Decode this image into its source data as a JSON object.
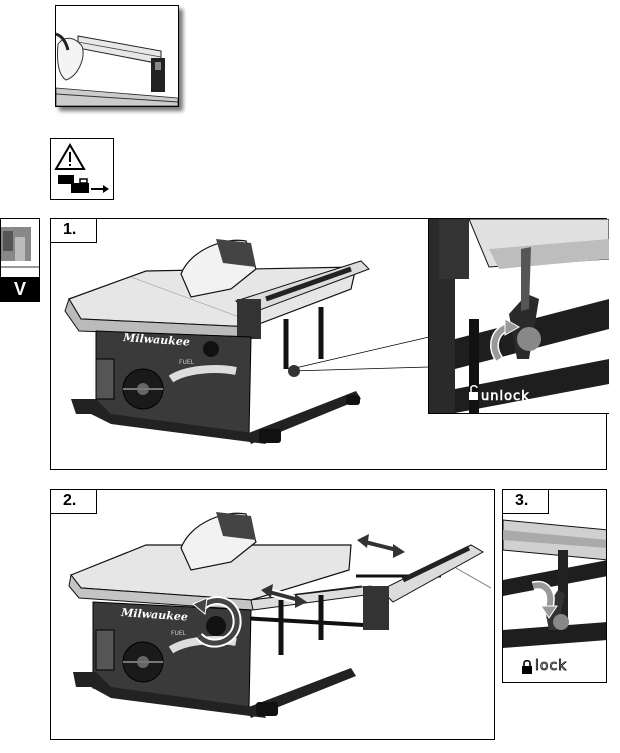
{
  "side_tab": {
    "letter": "V"
  },
  "steps": [
    {
      "number": "1."
    },
    {
      "number": "2."
    },
    {
      "number": "3."
    }
  ],
  "labels": {
    "unlock": "unlock",
    "lock": "lock",
    "brand_1": "Milwaukee",
    "brand_2": "Milwaukee",
    "fuel_1": "FUEL",
    "fuel_2": "FUEL"
  }
}
